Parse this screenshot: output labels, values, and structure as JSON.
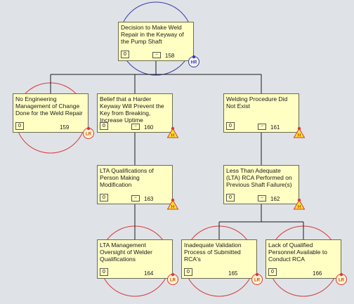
{
  "nodes": {
    "root": {
      "text": "Decision to Make Weld Repair in the Keyway of the Pump Shaft",
      "zero": "0",
      "number": "158",
      "badge": "HR"
    },
    "n159": {
      "text": "No Engineering Management of Change Done for the Weld Repair",
      "zero": "0",
      "number": "159",
      "badge": "LR"
    },
    "n160": {
      "text": "Belief that a Harder Keyway Will Prevent the Key from Breaking, Increase Uptime",
      "zero": "0",
      "number": "160",
      "badge": "H"
    },
    "n161": {
      "text": "Welding Procedure Did Not Exist",
      "zero": "0",
      "number": "161",
      "badge": "H"
    },
    "n163": {
      "text": "LTA Qualifications of Person Making Modification",
      "zero": "0",
      "number": "163",
      "badge": "H"
    },
    "n162": {
      "text": "Less Than Adequate (LTA) RCA Performed on Previous Shaft Failure(s)",
      "zero": "0",
      "number": "162",
      "badge": "H"
    },
    "n164": {
      "text": "LTA Management Oversight of Welder Qualifications",
      "zero": "0",
      "number": "164",
      "badge": "LR"
    },
    "n165": {
      "text": "Inadequate Validation Process of Submitted RCA's",
      "zero": "0",
      "number": "165",
      "badge": "LR"
    },
    "n166": {
      "text": "Lack of Qualified Personnel Available to Conduct RCA",
      "zero": "0",
      "number": "166",
      "badge": "LR"
    }
  },
  "colors": {
    "background": "#dfe3e8",
    "node_fill": "#ffffc4",
    "connector": "#1a1a1a",
    "root_circle": "#3a3aa8",
    "risk_circle": "#d83a3a",
    "badge_orange": "#f0a020"
  }
}
